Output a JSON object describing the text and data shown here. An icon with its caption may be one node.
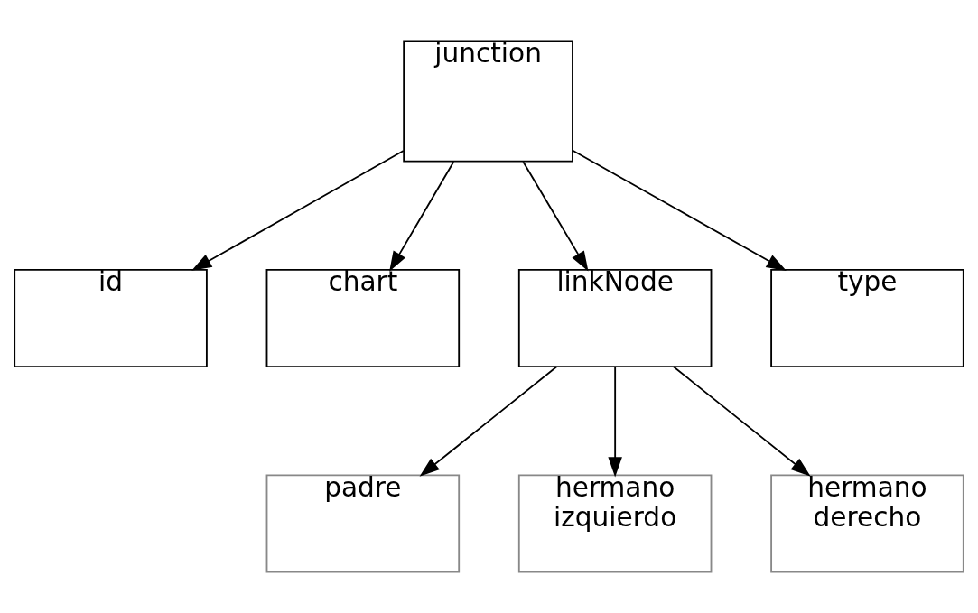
{
  "diagram": {
    "nodes": [
      {
        "text": [
          "junction"
        ]
      },
      {
        "text": [
          "id"
        ]
      },
      {
        "text": [
          "chart"
        ]
      },
      {
        "text": [
          "linkNode"
        ]
      },
      {
        "text": [
          "type"
        ]
      },
      {
        "text": [
          "padre"
        ]
      },
      {
        "text": [
          "hermano izquierdo"
        ]
      },
      {
        "text": [
          "hermano derecho"
        ]
      }
    ],
    "edges": [
      {
        "from": 0,
        "to": 1,
        "arrow": "to"
      },
      {
        "from": 0,
        "to": 2,
        "arrow": "to"
      },
      {
        "from": 0,
        "to": 3,
        "arrow": "to"
      },
      {
        "from": 0,
        "to": 4,
        "arrow": "to"
      },
      {
        "from": 3,
        "to": 5,
        "arrow": "to"
      },
      {
        "from": 3,
        "to": 6,
        "arrow": "to"
      },
      {
        "from": 3,
        "to": 7,
        "arrow": "to"
      }
    ]
  }
}
